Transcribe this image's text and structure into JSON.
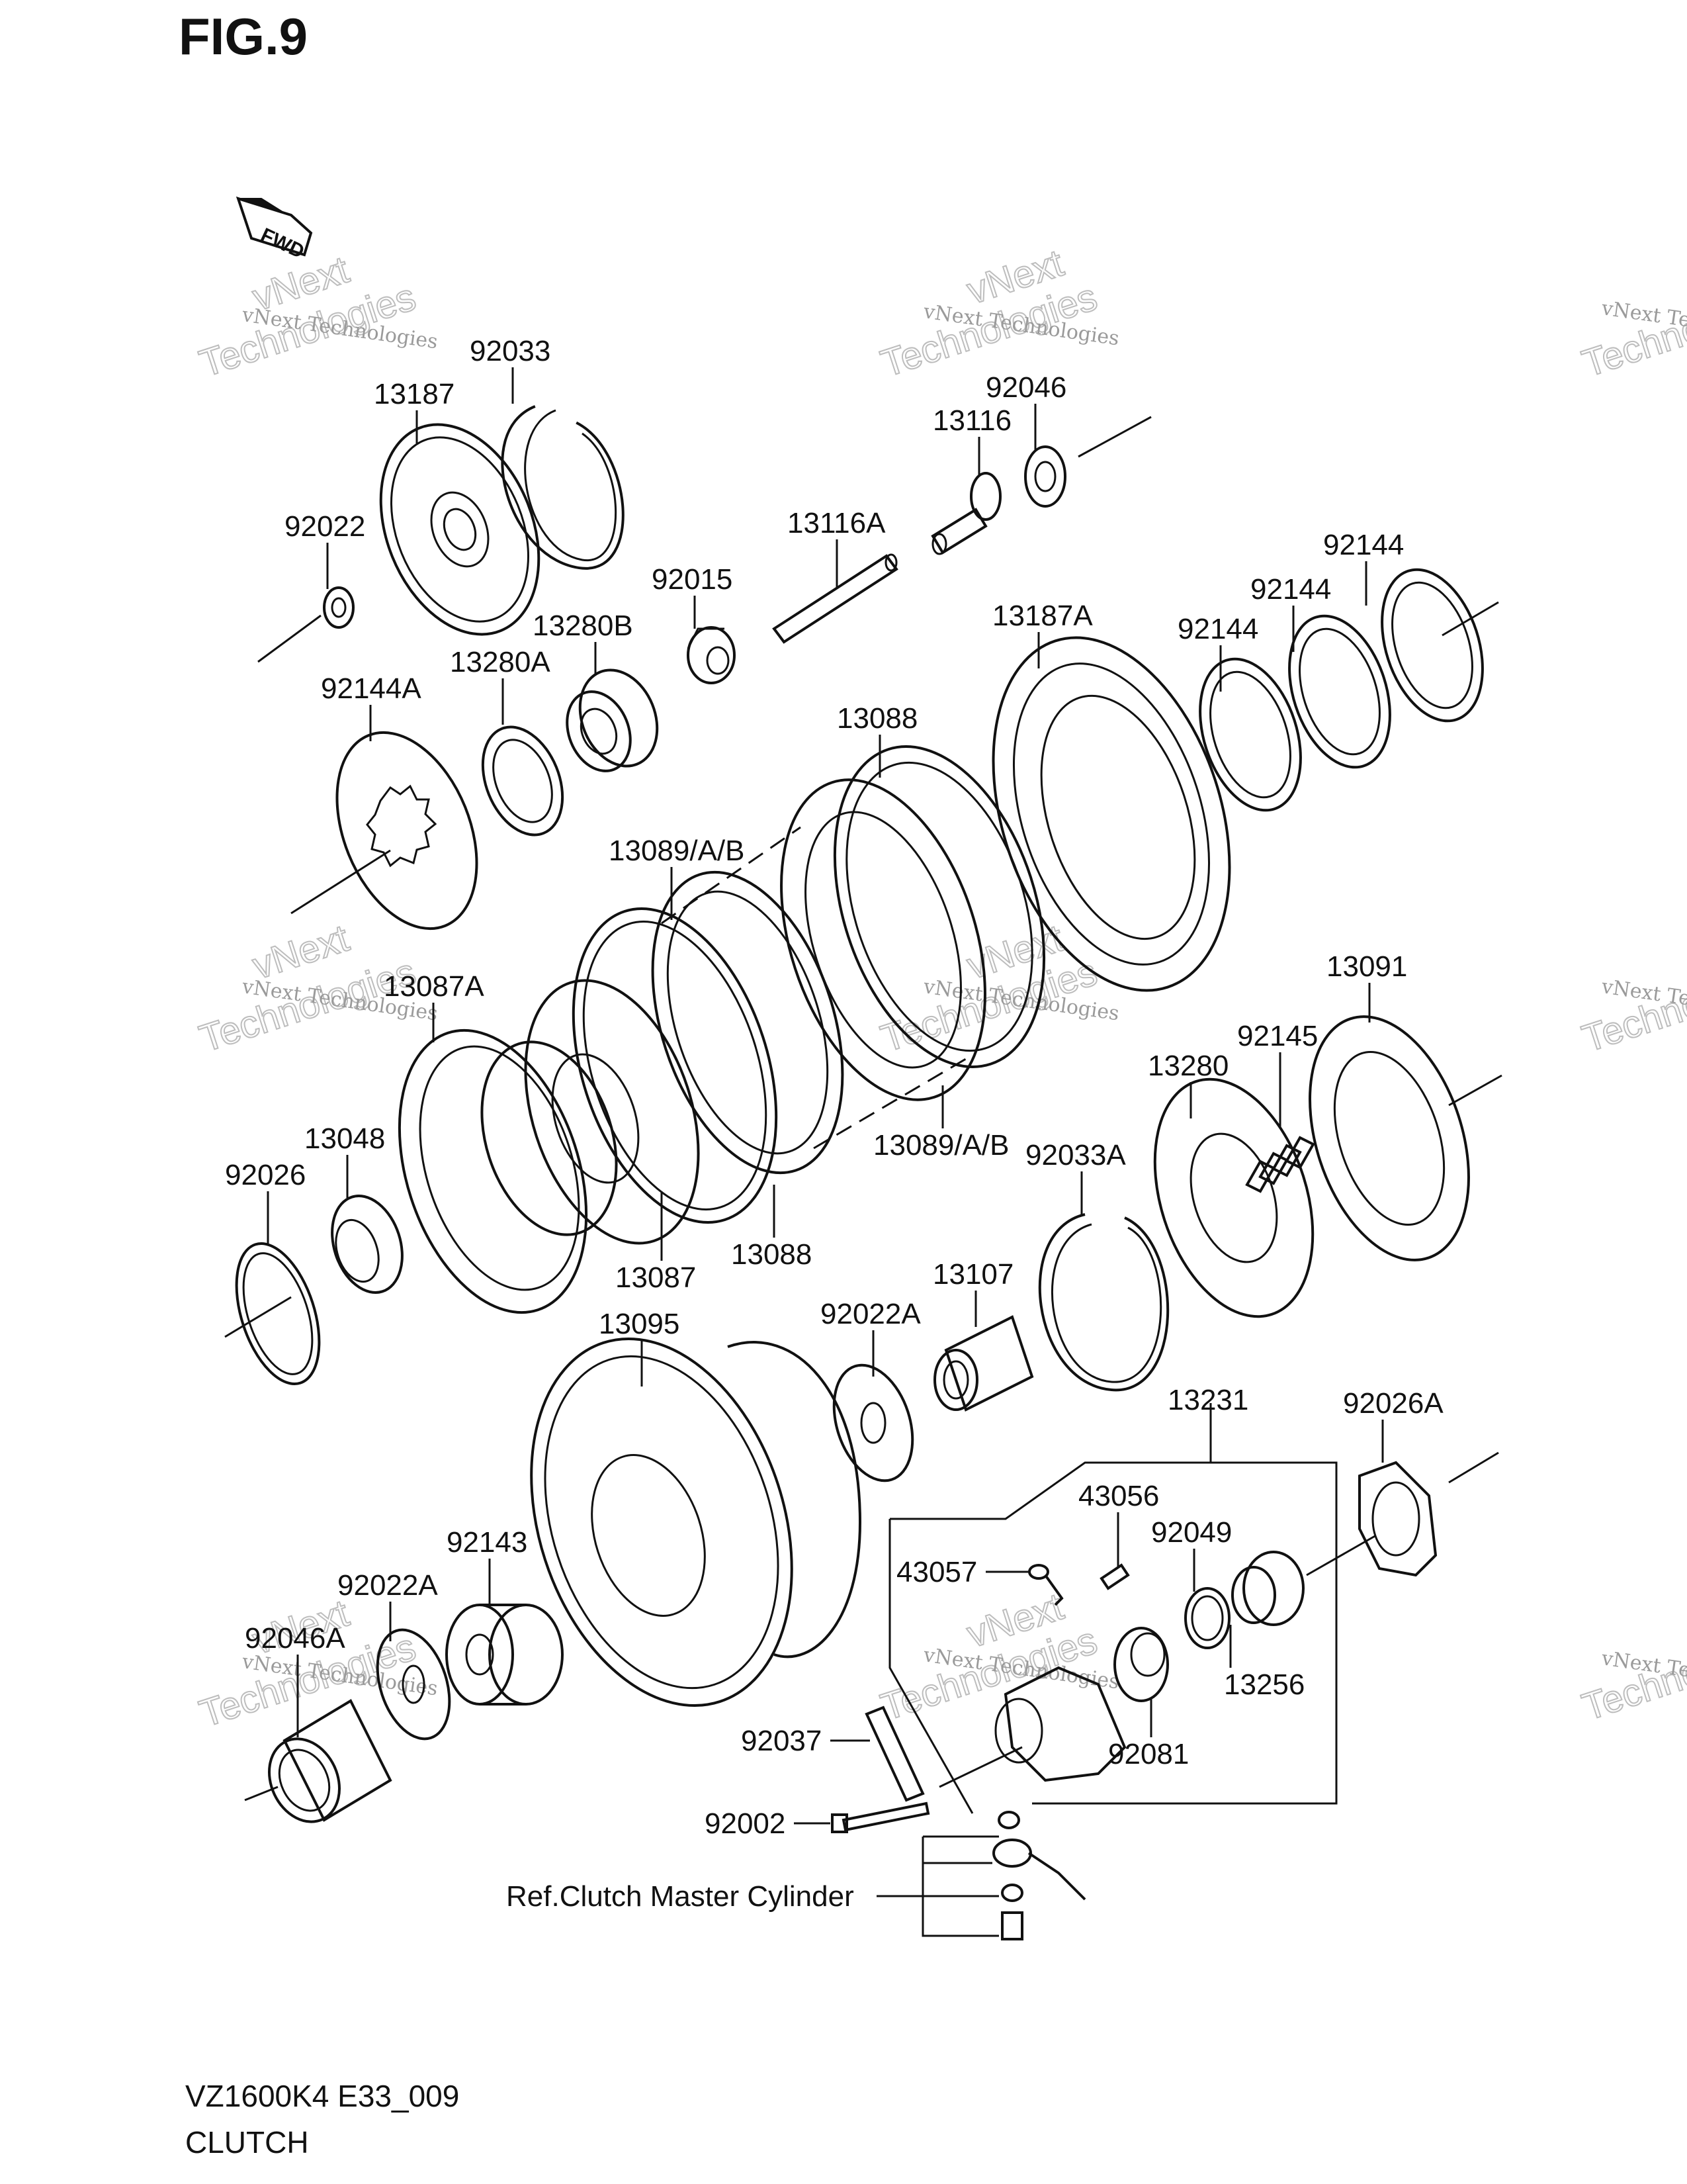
{
  "figure": {
    "title": "FIG.9",
    "fwd_label": "FWD",
    "footer_code": "VZ1600K4 E33_009",
    "footer_name": "CLUTCH"
  },
  "watermark": {
    "line1": "vNext Technologies",
    "line2": "vNext",
    "line3": "Technologies"
  },
  "parts": {
    "p92033": "92033",
    "p13187": "13187",
    "p92022": "92022",
    "p92144A": "92144A",
    "p13280A": "13280A",
    "p13280B": "13280B",
    "p92015": "92015",
    "p13116A": "13116A",
    "p13116": "13116",
    "p92046": "92046",
    "p13187A": "13187A",
    "p92144_1": "92144",
    "p92144_2": "92144",
    "p92144_3": "92144",
    "p13088_top": "13088",
    "p13089AB_top": "13089/A/B",
    "p13089AB_bottom": "13089/A/B",
    "p13087A": "13087A",
    "p13048": "13048",
    "p92026": "92026",
    "p13087": "13087",
    "p13088_bottom": "13088",
    "p13091": "13091",
    "p92145": "92145",
    "p13280": "13280",
    "p92033A": "92033A",
    "p13107": "13107",
    "p92022A_top": "92022A",
    "p13095": "13095",
    "p13231": "13231",
    "p92026A": "92026A",
    "p43056": "43056",
    "p92049": "92049",
    "p43057": "43057",
    "p92143": "92143",
    "p92022A_bottom": "92022A",
    "p92046A": "92046A",
    "p13256": "13256",
    "p92081": "92081",
    "p92037": "92037",
    "p92002": "92002",
    "ref_master": "Ref.Clutch Master Cylinder"
  }
}
